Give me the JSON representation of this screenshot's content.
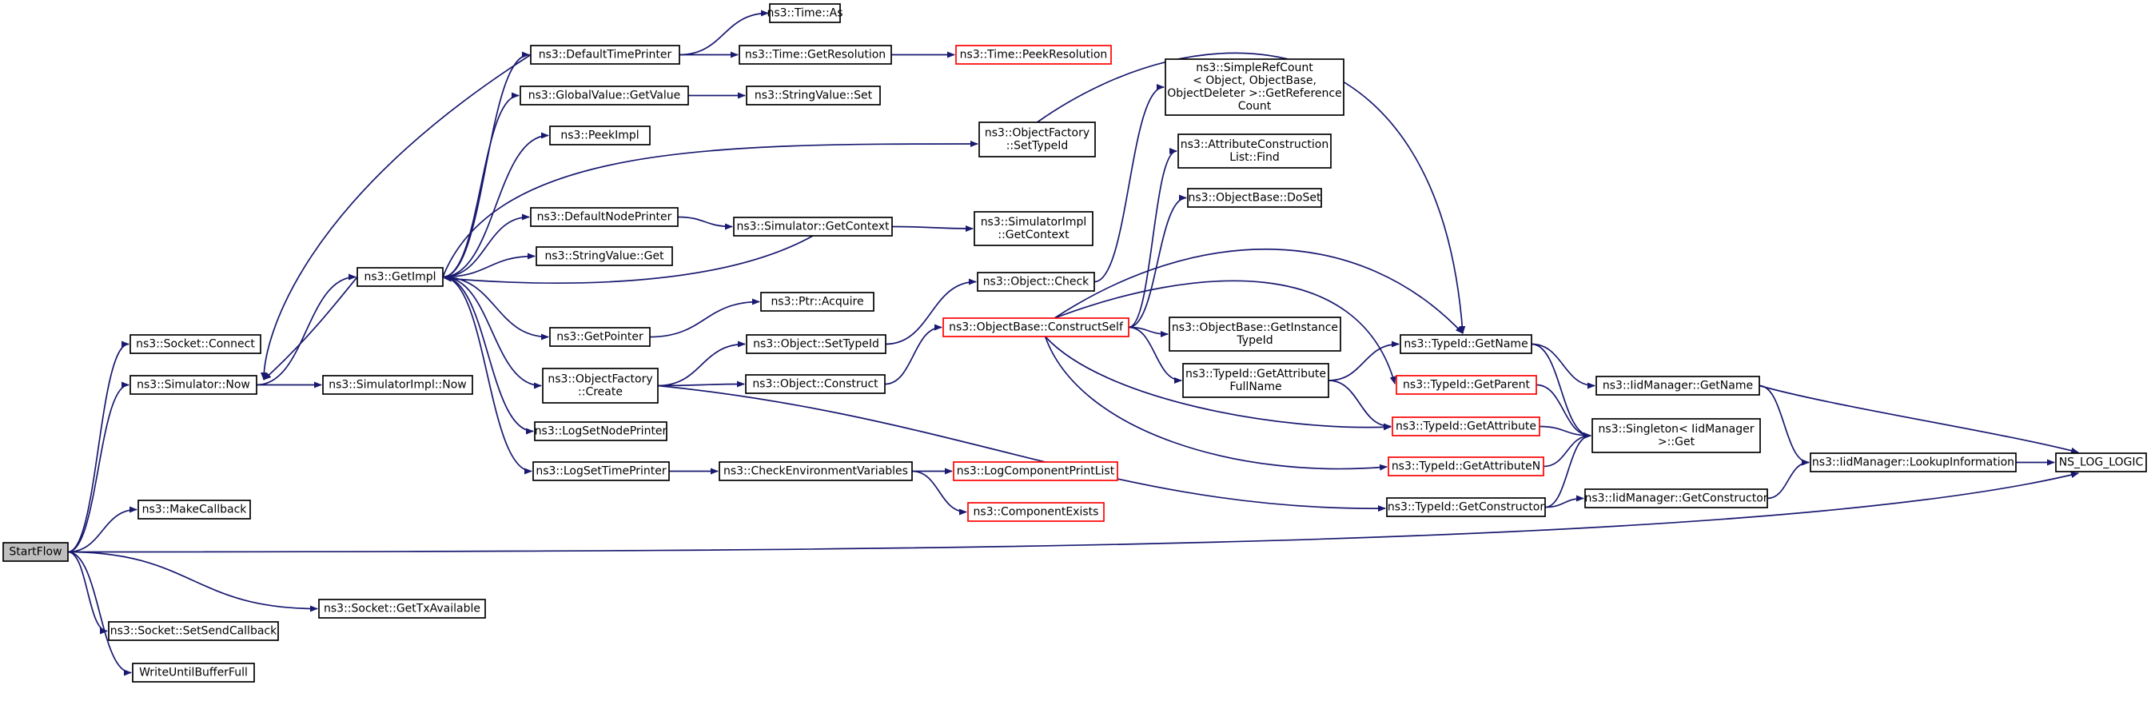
{
  "colors": {
    "edge": "#191970",
    "node_border": "#000000",
    "node_fill": "#ffffff",
    "root_fill": "#bfbfbf",
    "truncated_border": "#ff0000",
    "text": "#000000"
  },
  "graph": {
    "nodes": [
      {
        "id": "StartFlow",
        "lines": [
          "StartFlow"
        ],
        "root": true
      },
      {
        "id": "SocketConnect",
        "lines": [
          "ns3::Socket::Connect"
        ]
      },
      {
        "id": "SimulatorNow",
        "lines": [
          "ns3::Simulator::Now"
        ]
      },
      {
        "id": "MakeCallback",
        "lines": [
          "ns3::MakeCallback"
        ]
      },
      {
        "id": "SocketGetTxAvailable",
        "lines": [
          "ns3::Socket::GetTxAvailable"
        ]
      },
      {
        "id": "SocketSetSendCallback",
        "lines": [
          "ns3::Socket::SetSendCallback"
        ]
      },
      {
        "id": "WriteUntilBufferFull",
        "lines": [
          "WriteUntilBufferFull"
        ]
      },
      {
        "id": "GetImpl",
        "lines": [
          "ns3::GetImpl"
        ]
      },
      {
        "id": "SimulatorImplNow",
        "lines": [
          "ns3::SimulatorImpl::Now"
        ]
      },
      {
        "id": "DefaultTimePrinter",
        "lines": [
          "ns3::DefaultTimePrinter"
        ]
      },
      {
        "id": "GlobalValueGetValue",
        "lines": [
          "ns3::GlobalValue::GetValue"
        ]
      },
      {
        "id": "PeekImpl",
        "lines": [
          "ns3::PeekImpl"
        ]
      },
      {
        "id": "DefaultNodePrinter",
        "lines": [
          "ns3::DefaultNodePrinter"
        ]
      },
      {
        "id": "StringValueGet",
        "lines": [
          "ns3::StringValue::Get"
        ]
      },
      {
        "id": "GetPointer",
        "lines": [
          "ns3::GetPointer"
        ]
      },
      {
        "id": "ObjectFactoryCreate",
        "lines": [
          "ns3::ObjectFactory",
          "::Create"
        ]
      },
      {
        "id": "LogSetNodePrinter",
        "lines": [
          "ns3::LogSetNodePrinter"
        ]
      },
      {
        "id": "LogSetTimePrinter",
        "lines": [
          "ns3::LogSetTimePrinter"
        ]
      },
      {
        "id": "TimeAs",
        "lines": [
          "ns3::Time::As"
        ]
      },
      {
        "id": "TimeGetResolution",
        "lines": [
          "ns3::Time::GetResolution"
        ]
      },
      {
        "id": "TimePeekResolution",
        "lines": [
          "ns3::Time::PeekResolution"
        ],
        "truncated": true
      },
      {
        "id": "StringValueSet",
        "lines": [
          "ns3::StringValue::Set"
        ]
      },
      {
        "id": "SimulatorGetContext",
        "lines": [
          "ns3::Simulator::GetContext"
        ]
      },
      {
        "id": "PtrAcquire",
        "lines": [
          "ns3::Ptr::Acquire"
        ]
      },
      {
        "id": "ObjectSetTypeId",
        "lines": [
          "ns3::Object::SetTypeId"
        ]
      },
      {
        "id": "ObjectConstruct",
        "lines": [
          "ns3::Object::Construct"
        ]
      },
      {
        "id": "CheckEnvironmentVariables",
        "lines": [
          "ns3::CheckEnvironmentVariables"
        ]
      },
      {
        "id": "ObjectFactorySetTypeId",
        "lines": [
          "ns3::ObjectFactory",
          "::SetTypeId"
        ]
      },
      {
        "id": "SimulatorImplGetContext",
        "lines": [
          "ns3::SimulatorImpl",
          "::GetContext"
        ]
      },
      {
        "id": "ObjectCheck",
        "lines": [
          "ns3::Object::Check"
        ]
      },
      {
        "id": "ObjectBaseConstructSelf",
        "lines": [
          "ns3::ObjectBase::ConstructSelf"
        ],
        "truncated": true
      },
      {
        "id": "LogComponentPrintList",
        "lines": [
          "ns3::LogComponentPrintList"
        ],
        "truncated": true
      },
      {
        "id": "ComponentExists",
        "lines": [
          "ns3::ComponentExists"
        ],
        "truncated": true
      },
      {
        "id": "SimpleRefCountGetReferenceCount",
        "lines": [
          "ns3::SimpleRefCount",
          "< Object, ObjectBase,",
          "ObjectDeleter >::GetReference",
          "Count"
        ]
      },
      {
        "id": "AttributeConstructionListFind",
        "lines": [
          "ns3::AttributeConstruction",
          "List::Find"
        ]
      },
      {
        "id": "ObjectBaseDoSet",
        "lines": [
          "ns3::ObjectBase::DoSet"
        ]
      },
      {
        "id": "ObjectBaseGetInstanceTypeId",
        "lines": [
          "ns3::ObjectBase::GetInstance",
          "TypeId"
        ]
      },
      {
        "id": "TypeIdGetAttributeFullName",
        "lines": [
          "ns3::TypeId::GetAttribute",
          "FullName"
        ]
      },
      {
        "id": "TypeIdGetName",
        "lines": [
          "ns3::TypeId::GetName"
        ]
      },
      {
        "id": "TypeIdGetParent",
        "lines": [
          "ns3::TypeId::GetParent"
        ],
        "truncated": true
      },
      {
        "id": "TypeIdGetAttribute",
        "lines": [
          "ns3::TypeId::GetAttribute"
        ],
        "truncated": true
      },
      {
        "id": "TypeIdGetAttributeN",
        "lines": [
          "ns3::TypeId::GetAttributeN"
        ],
        "truncated": true
      },
      {
        "id": "TypeIdGetConstructor",
        "lines": [
          "ns3::TypeId::GetConstructor"
        ]
      },
      {
        "id": "IidManagerGetName",
        "lines": [
          "ns3::IidManager::GetName"
        ]
      },
      {
        "id": "SingletonIidManagerGet",
        "lines": [
          "ns3::Singleton< IidManager",
          ">::Get"
        ]
      },
      {
        "id": "IidManagerGetConstructor",
        "lines": [
          "ns3::IidManager::GetConstructor"
        ]
      },
      {
        "id": "IidManagerLookupInformation",
        "lines": [
          "ns3::IidManager::LookupInformation"
        ]
      },
      {
        "id": "NS_LOG_LOGIC",
        "lines": [
          "NS_LOG_LOGIC"
        ]
      }
    ],
    "edges": [
      [
        "StartFlow",
        "SocketConnect"
      ],
      [
        "StartFlow",
        "SimulatorNow"
      ],
      [
        "StartFlow",
        "MakeCallback"
      ],
      [
        "StartFlow",
        "SocketGetTxAvailable"
      ],
      [
        "StartFlow",
        "SocketSetSendCallback"
      ],
      [
        "StartFlow",
        "WriteUntilBufferFull"
      ],
      [
        "StartFlow",
        "NS_LOG_LOGIC"
      ],
      [
        "SimulatorNow",
        "GetImpl"
      ],
      [
        "SimulatorNow",
        "SimulatorImplNow"
      ],
      [
        "GetImpl",
        "SimulatorNow"
      ],
      [
        "GetImpl",
        "DefaultTimePrinter"
      ],
      [
        "GetImpl",
        "GlobalValueGetValue"
      ],
      [
        "GetImpl",
        "PeekImpl"
      ],
      [
        "GetImpl",
        "ObjectFactorySetTypeId"
      ],
      [
        "GetImpl",
        "DefaultNodePrinter"
      ],
      [
        "GetImpl",
        "StringValueGet"
      ],
      [
        "GetImpl",
        "GetPointer"
      ],
      [
        "GetImpl",
        "ObjectFactoryCreate"
      ],
      [
        "GetImpl",
        "LogSetNodePrinter"
      ],
      [
        "GetImpl",
        "LogSetTimePrinter"
      ],
      [
        "DefaultTimePrinter",
        "SimulatorNow"
      ],
      [
        "DefaultTimePrinter",
        "TimeAs"
      ],
      [
        "DefaultTimePrinter",
        "TimeGetResolution"
      ],
      [
        "TimeGetResolution",
        "TimePeekResolution"
      ],
      [
        "GlobalValueGetValue",
        "StringValueSet"
      ],
      [
        "DefaultNodePrinter",
        "SimulatorGetContext"
      ],
      [
        "SimulatorGetContext",
        "GetImpl"
      ],
      [
        "SimulatorGetContext",
        "SimulatorImplGetContext"
      ],
      [
        "GetPointer",
        "PtrAcquire"
      ],
      [
        "ObjectFactoryCreate",
        "ObjectSetTypeId"
      ],
      [
        "ObjectFactoryCreate",
        "ObjectConstruct"
      ],
      [
        "ObjectFactoryCreate",
        "TypeIdGetConstructor"
      ],
      [
        "ObjectSetTypeId",
        "ObjectCheck"
      ],
      [
        "ObjectConstruct",
        "ObjectBaseConstructSelf"
      ],
      [
        "LogSetTimePrinter",
        "CheckEnvironmentVariables"
      ],
      [
        "CheckEnvironmentVariables",
        "LogComponentPrintList"
      ],
      [
        "CheckEnvironmentVariables",
        "ComponentExists"
      ],
      [
        "ObjectFactorySetTypeId",
        "TypeIdGetName"
      ],
      [
        "ObjectCheck",
        "SimpleRefCountGetReferenceCount"
      ],
      [
        "ObjectBaseConstructSelf",
        "AttributeConstructionListFind"
      ],
      [
        "ObjectBaseConstructSelf",
        "ObjectBaseDoSet"
      ],
      [
        "ObjectBaseConstructSelf",
        "ObjectBaseGetInstanceTypeId"
      ],
      [
        "ObjectBaseConstructSelf",
        "TypeIdGetAttributeFullName"
      ],
      [
        "ObjectBaseConstructSelf",
        "TypeIdGetName"
      ],
      [
        "ObjectBaseConstructSelf",
        "TypeIdGetParent"
      ],
      [
        "ObjectBaseConstructSelf",
        "TypeIdGetAttribute"
      ],
      [
        "ObjectBaseConstructSelf",
        "TypeIdGetAttributeN"
      ],
      [
        "TypeIdGetAttributeFullName",
        "TypeIdGetName"
      ],
      [
        "TypeIdGetAttributeFullName",
        "TypeIdGetAttribute"
      ],
      [
        "TypeIdGetName",
        "IidManagerGetName"
      ],
      [
        "TypeIdGetName",
        "SingletonIidManagerGet"
      ],
      [
        "TypeIdGetParent",
        "SingletonIidManagerGet"
      ],
      [
        "TypeIdGetAttribute",
        "SingletonIidManagerGet"
      ],
      [
        "TypeIdGetAttributeN",
        "SingletonIidManagerGet"
      ],
      [
        "TypeIdGetConstructor",
        "SingletonIidManagerGet"
      ],
      [
        "TypeIdGetConstructor",
        "IidManagerGetConstructor"
      ],
      [
        "IidManagerGetName",
        "IidManagerLookupInformation"
      ],
      [
        "IidManagerGetName",
        "NS_LOG_LOGIC"
      ],
      [
        "IidManagerGetConstructor",
        "IidManagerLookupInformation"
      ],
      [
        "IidManagerLookupInformation",
        "NS_LOG_LOGIC"
      ]
    ]
  }
}
